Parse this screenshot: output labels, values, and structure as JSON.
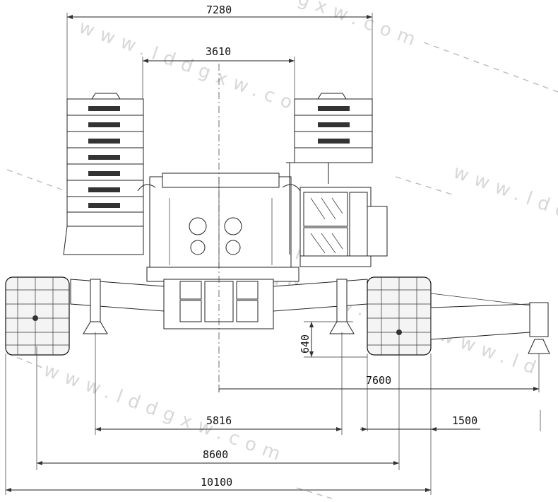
{
  "dimensions": {
    "d7280": "7280",
    "d3610": "3610",
    "d640": "640",
    "d7600": "7600",
    "d5816": "5816",
    "d1500": "1500",
    "d8600": "8600",
    "d10100": "10100"
  },
  "watermarks": {
    "wm1": "www.lddgxw.com",
    "wm2": "lddgxw.com",
    "wm3": "www.ld",
    "wm4": "www.lddgxw.com",
    "wm5": "gxw.com",
    "wm6": "www.lddgxw.com"
  }
}
